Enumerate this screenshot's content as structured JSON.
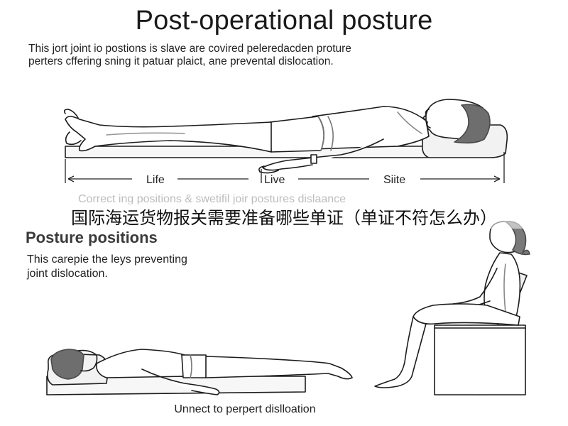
{
  "title": "Post-operational posture",
  "intro": {
    "line1": "This jort joint io postions is slave are covired peleredacden proture",
    "line2": "perters cffering sning it patuar plaict, ane prevental dislocation."
  },
  "top_figure": {
    "ruler_labels": [
      "Life",
      "Live",
      "Siite"
    ]
  },
  "faint_caption": "Correct ing positions & swetifil joir postures dislaance",
  "overlay_caption": "国际海运货物报关需要准备哪些单证（单证不符怎么办）",
  "section": {
    "title": "Posture positions",
    "line1": "This carepie the leys preventing",
    "line2": "joint dislocation."
  },
  "bottom_caption": "Unnect to perpert dislloation",
  "colors": {
    "ink": "#1c1c1c",
    "hair": "#8a8a8a",
    "pad": "#f4f4f4",
    "faint": "#bdbdbd"
  }
}
